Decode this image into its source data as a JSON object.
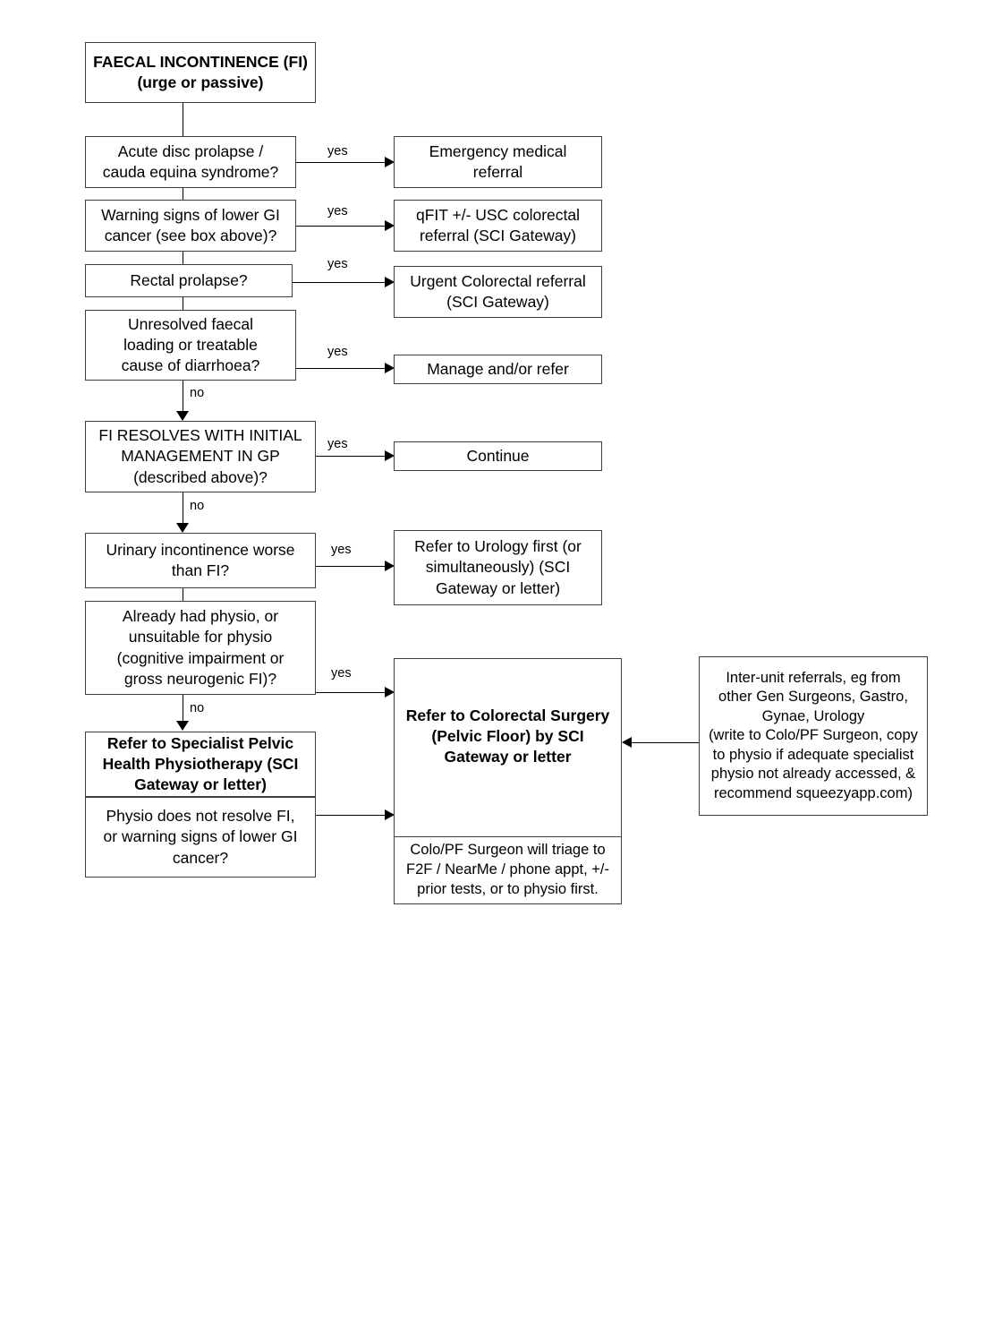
{
  "diagram": {
    "title_box": {
      "line1": "FAECAL INCONTINENCE (FI)",
      "line2": "(urge or passive)",
      "text": "FAECAL INCONTINENCE (FI)\n(urge or passive)"
    },
    "decisions": [
      {
        "id": "acute-disc-prolapse",
        "text": "Acute disc prolapse /\ncauda equina syndrome?"
      },
      {
        "id": "warning-signs-lower-gi-cancer",
        "text": "Warning signs of lower GI\ncancer (see box above)?"
      },
      {
        "id": "rectal-prolapse",
        "text": "Rectal prolapse?"
      },
      {
        "id": "unresolved-faecal-loading",
        "text": "Unresolved faecal\nloading or treatable\ncause of diarrhoea?"
      },
      {
        "id": "fi-resolves-initial-management",
        "text": "FI RESOLVES WITH INITIAL\nMANAGEMENT IN GP\n(described above)?"
      },
      {
        "id": "urinary-incontinence-worse",
        "text": "Urinary incontinence worse\nthan FI?"
      },
      {
        "id": "already-had-physio",
        "text": "Already had physio, or\nunsuitable for physio\n(cognitive impairment or\ngross neurogenic FI)?"
      },
      {
        "id": "physio-does-not-resolve",
        "text": "Physio does not resolve FI,\nor warning signs of lower GI\ncancer?"
      }
    ],
    "outcomes": [
      {
        "id": "emergency-medical-referral",
        "text": "Emergency medical\nreferral"
      },
      {
        "id": "qfit-usc-colorectal-referral",
        "text": "qFIT +/- USC colorectal\nreferral (SCI Gateway)"
      },
      {
        "id": "urgent-colorectal-referral",
        "text": "Urgent Colorectal referral\n(SCI Gateway)"
      },
      {
        "id": "manage-and-or-refer",
        "text": "Manage and/or refer"
      },
      {
        "id": "continue",
        "text": "Continue"
      },
      {
        "id": "refer-to-urology",
        "text": "Refer to Urology first (or\nsimultaneously) (SCI\nGateway or letter)"
      },
      {
        "id": "refer-to-colorectal-surgery",
        "text": "Refer to Colorectal Surgery\n(Pelvic Floor) by SCI\nGateway or letter"
      },
      {
        "id": "refer-to-specialist-pelvic-physio",
        "text": "Refer to Specialist Pelvic\nHealth Physiotherapy (SCI\nGateway or letter)"
      }
    ],
    "notes": [
      {
        "id": "colo-pf-triage-note",
        "text": "Colo/PF Surgeon will triage to\nF2F / NearMe / phone appt, +/-\nprior tests, or to physio first."
      },
      {
        "id": "inter-unit-referrals-note",
        "text": "Inter-unit referrals, eg from\nother Gen Surgeons, Gastro,\nGynae, Urology\n(write to Colo/PF Surgeon, copy\nto physio if adequate specialist\nphysio not already accessed, &\nrecommend squeezyapp.com)"
      }
    ],
    "edge_labels": {
      "yes": "yes",
      "no": "no"
    },
    "colors": {
      "box_border": "#3f3f3f",
      "connector": "#000000",
      "background": "#ffffff",
      "text": "#000000"
    }
  }
}
